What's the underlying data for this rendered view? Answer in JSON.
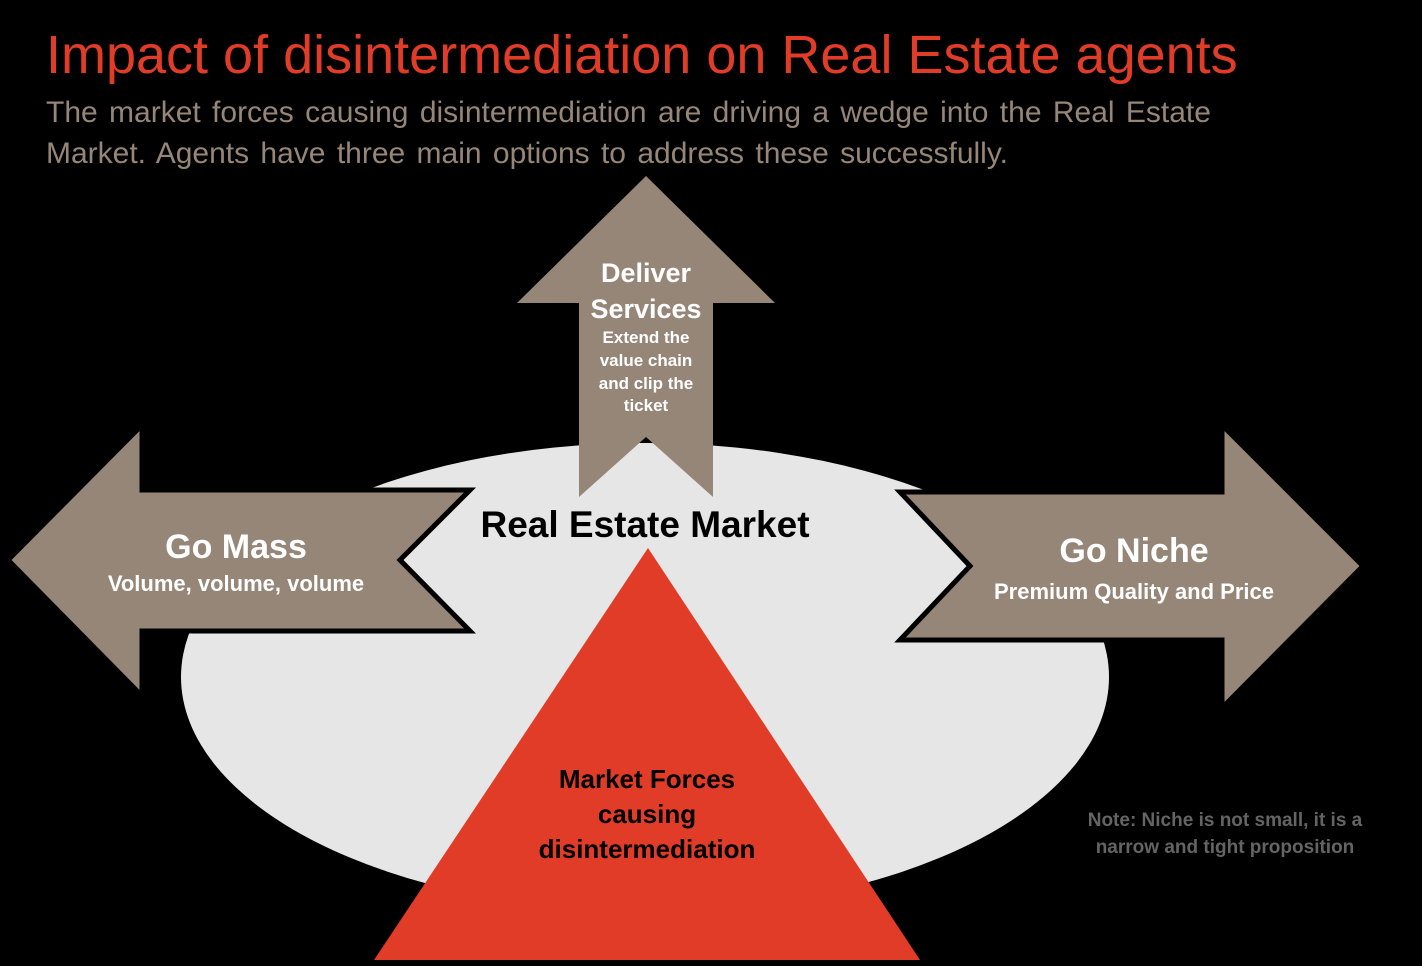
{
  "slide": {
    "title": "Impact of disintermediation on Real Estate agents",
    "subtitle_line1": "The market forces causing disintermediation are driving a wedge into the Real Estate",
    "subtitle_line2": "Market. Agents have three main options to address these successfully.",
    "colors": {
      "background": "#000000",
      "title": "#e03c28",
      "subtitle": "#968678",
      "arrow_fill": "#968678",
      "ellipse_fill": "#e6e6e6",
      "triangle_fill": "#e03c28",
      "note": "#646464"
    }
  },
  "diagram": {
    "market_label": "Real Estate Market",
    "up_arrow": {
      "title_line1": "Deliver",
      "title_line2": "Services",
      "desc_line1": "Extend the",
      "desc_line2": "value chain",
      "desc_line3": "and clip the",
      "desc_line4": "ticket"
    },
    "left_arrow": {
      "title": "Go Mass",
      "desc": "Volume, volume, volume"
    },
    "right_arrow": {
      "title": "Go Niche",
      "desc": "Premium Quality and Price"
    },
    "wedge": {
      "line1": "Market Forces",
      "line2": "causing",
      "line3": "disintermediation"
    },
    "note_line1": "Note: Niche is not small, it is a",
    "note_line2": "narrow and tight proposition"
  }
}
